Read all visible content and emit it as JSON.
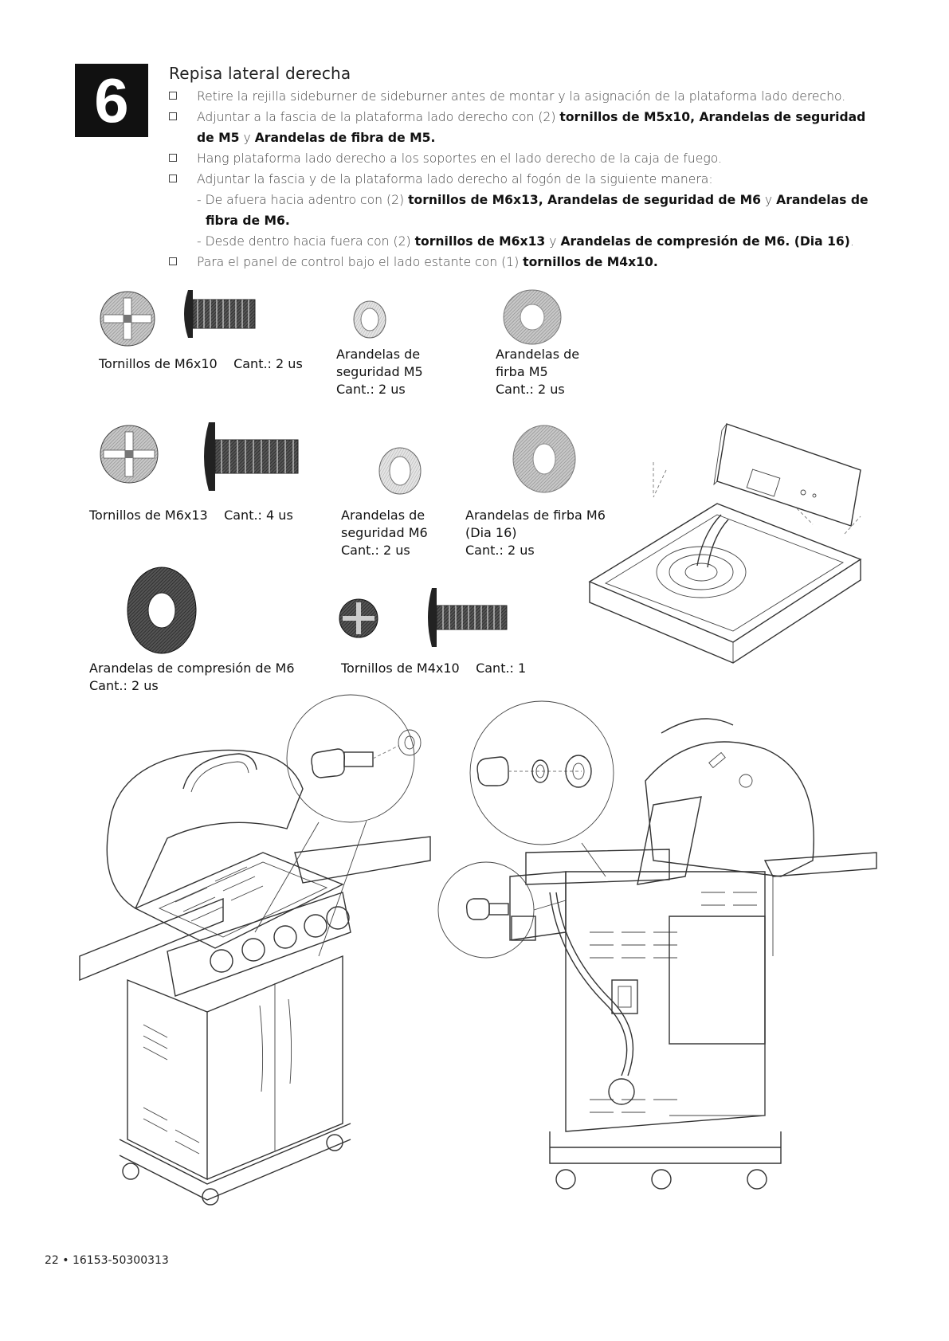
{
  "step": {
    "number": "6",
    "title": "Repisa lateral derecha"
  },
  "instructions": [
    {
      "type": "main",
      "parts": [
        {
          "t": "Retire la rejilla sideburner de sideburner antes de montar y la asignación de la plataforma lado derecho.",
          "w": "light"
        }
      ]
    },
    {
      "type": "main",
      "parts": [
        {
          "t": "Adjuntar a la fascia de la plataforma lado derecho con (2) ",
          "w": "light"
        },
        {
          "t": "tornillos de M5x10, Arandelas de seguridad de M5",
          "w": "bold"
        },
        {
          "t": " y ",
          "w": "light"
        },
        {
          "t": "Arandelas de fibra de M5.",
          "w": "bold"
        }
      ]
    },
    {
      "type": "main",
      "parts": [
        {
          "t": "Hang plataforma lado derecho a los soportes en el lado derecho de la caja de fuego.",
          "w": "light"
        }
      ]
    },
    {
      "type": "main",
      "parts": [
        {
          "t": "Adjuntar la fascia y de la plataforma lado derecho al fogón de la siguiente manera:",
          "w": "light"
        }
      ]
    },
    {
      "type": "sub",
      "parts": [
        {
          "t": "- De afuera hacia adentro con (2) ",
          "w": "light"
        },
        {
          "t": "tornillos de M6x13, Arandelas de seguridad de M6",
          "w": "bold"
        },
        {
          "t": " y ",
          "w": "light"
        },
        {
          "t": "Arandelas de fibra de M6.",
          "w": "bold"
        }
      ]
    },
    {
      "type": "sub",
      "parts": [
        {
          "t": "- Desde dentro hacia fuera con (2) ",
          "w": "light"
        },
        {
          "t": "tornillos de M6x13",
          "w": "bold"
        },
        {
          "t": " y ",
          "w": "light"
        },
        {
          "t": "Arandelas de compresión de M6. (Dia 16)",
          "w": "bold"
        },
        {
          "t": ".",
          "w": "light"
        }
      ]
    },
    {
      "type": "main",
      "parts": [
        {
          "t": "Para el panel de control bajo el lado estante con (1) ",
          "w": "light"
        },
        {
          "t": "tornillos de M4x10.",
          "w": "bold"
        }
      ]
    }
  ],
  "parts": {
    "screw_m6x10": {
      "name": "Tornillos de M6x10",
      "qty": "Cant.: 2 us"
    },
    "lock_washer_m5": {
      "line1": "Arandelas de",
      "line2": "seguridad M5",
      "qty": "Cant.: 2 us"
    },
    "fiber_washer_m5": {
      "line1": "Arandelas de",
      "line2": "firba M5",
      "qty": "Cant.: 2 us"
    },
    "screw_m6x13": {
      "name": "Tornillos de M6x13",
      "qty": "Cant.: 4 us"
    },
    "lock_washer_m6": {
      "line1": "Arandelas de",
      "line2": "seguridad M6",
      "qty": "Cant.: 2 us"
    },
    "fiber_washer_m6": {
      "line1": "Arandelas de firba M6",
      "line2": "(Dia 16)",
      "qty": "Cant.: 2 us"
    },
    "compression_washer_m6": {
      "name": "Arandelas de compresión de M6",
      "qty": "Cant.:  2 us"
    },
    "screw_m4x10": {
      "name": "Tornillos de M4x10",
      "qty": "Cant.: 1"
    }
  },
  "footer": {
    "page_ref": "22 • 16153-50300313"
  }
}
